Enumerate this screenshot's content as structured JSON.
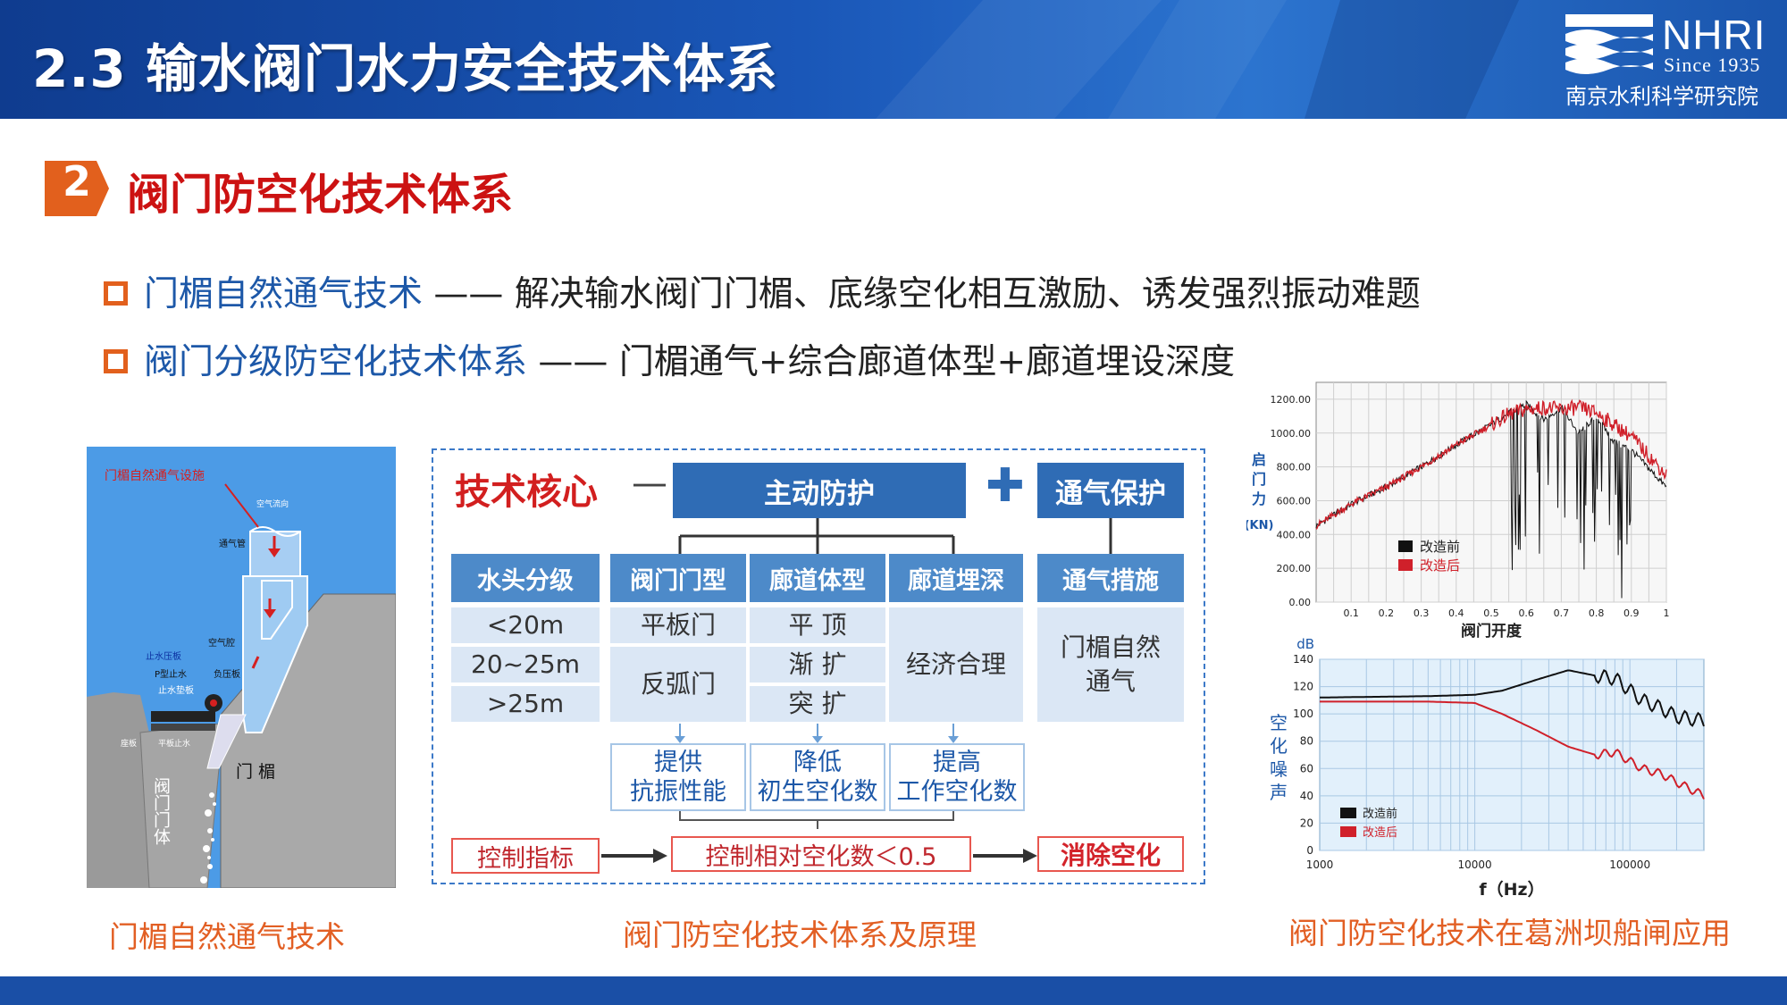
{
  "header": {
    "title": "2.3 输水阀门水力安全技术体系"
  },
  "logo": {
    "abbr": "NHRI",
    "since": "Since 1935",
    "name_cn": "南京水利科学研究院"
  },
  "section": {
    "number": "2",
    "title": "阀门防空化技术体系"
  },
  "bullets": [
    {
      "term": "门楣自然通气技术",
      "sep": "——",
      "desc": "解决输水阀门门楣、底缘空化相互激励、诱发强烈振动难题"
    },
    {
      "term": "阀门分级防空化技术体系",
      "sep": "——",
      "desc": "门楣通气+综合廊道体型+廊道埋设深度"
    }
  ],
  "left_image": {
    "labels": {
      "facility": "门楣自然通气设施",
      "air_flow": "空气流向",
      "vent_pipe": "通气管",
      "air_chamber": "空气腔",
      "stop_plate": "止水压板",
      "p_seal": "P型止水",
      "neg_plate": "负压板",
      "seal_plate": "止水垫板",
      "seat_plate": "座板",
      "flat_seal": "平板止水",
      "gate_body": "阀门门体",
      "lintel": "门 楣"
    }
  },
  "diagram": {
    "tech_core": "技术核心",
    "dash": "—",
    "active_protection": "主动防护",
    "plus": "✚",
    "aeration_protection": "通气保护",
    "columns": [
      {
        "header": "水头分级",
        "cells": [
          "<20m",
          "20~25m",
          ">25m"
        ]
      },
      {
        "header": "阀门门型",
        "cells": [
          "平板门",
          "反弧门"
        ]
      },
      {
        "header": "廊道体型",
        "cells": [
          "平 顶",
          "渐 扩",
          "突 扩"
        ]
      },
      {
        "header": "廊道埋深",
        "cells": [
          "经济合理"
        ]
      },
      {
        "header": "通气措施",
        "cells": [
          "门楣自然\n通气"
        ]
      }
    ],
    "results": [
      "提供\n抗振性能",
      "降低\n初生空化数",
      "提高\n工作空化数"
    ],
    "control": {
      "label": "控制指标",
      "value": "控制相对空化数＜0.5",
      "result": "消除空化"
    }
  },
  "chart_data": [
    {
      "type": "line",
      "title": "",
      "ylabel": "启门力(KN)",
      "xlabel": "阀门开度",
      "xlim": [
        0,
        1
      ],
      "ylim": [
        0,
        1300
      ],
      "xticks": [
        "0.1",
        "0.2",
        "0.3",
        "0.4",
        "0.5",
        "0.6",
        "0.7",
        "0.8",
        "0.9",
        "1"
      ],
      "yticks": [
        "0.00",
        "200.00",
        "400.00",
        "600.00",
        "800.00",
        "1000.00",
        "1200.00"
      ],
      "grid": true,
      "legend_position": "bottom-left",
      "series": [
        {
          "name": "改造前",
          "color": "#111111",
          "x": [
            0,
            0.1,
            0.2,
            0.3,
            0.4,
            0.5,
            0.55,
            0.6,
            0.65,
            0.7,
            0.75,
            0.8,
            0.85,
            0.9,
            1.0
          ],
          "y": [
            450,
            580,
            680,
            800,
            930,
            1050,
            1120,
            1170,
            1080,
            1150,
            1000,
            1100,
            950,
            900,
            680
          ]
        },
        {
          "name": "改造后",
          "color": "#d0202a",
          "x": [
            0,
            0.1,
            0.2,
            0.3,
            0.4,
            0.5,
            0.55,
            0.6,
            0.65,
            0.7,
            0.75,
            0.8,
            0.85,
            0.9,
            1.0
          ],
          "y": [
            450,
            580,
            680,
            800,
            930,
            1050,
            1110,
            1140,
            1150,
            1140,
            1150,
            1120,
            1050,
            980,
            750
          ]
        }
      ]
    },
    {
      "type": "line",
      "title": "",
      "ylabel": "空化噪声",
      "yunit": "dB",
      "xlabel": "f（Hz）",
      "xscale": "log",
      "xlim": [
        1000,
        300000
      ],
      "ylim": [
        0,
        140
      ],
      "xticks": [
        "1000",
        "10000",
        "100000"
      ],
      "yticks": [
        "0",
        "20",
        "40",
        "60",
        "80",
        "100",
        "120",
        "140"
      ],
      "grid": true,
      "legend_position": "bottom-left",
      "series": [
        {
          "name": "改造前",
          "color": "#111111",
          "x": [
            1000,
            5000,
            10000,
            15000,
            25000,
            40000,
            60000,
            80000,
            120000,
            160000,
            200000,
            300000
          ],
          "y": [
            112,
            113,
            114,
            117,
            125,
            132,
            128,
            126,
            110,
            104,
            98,
            95
          ]
        },
        {
          "name": "改造后",
          "color": "#d0202a",
          "x": [
            1000,
            5000,
            10000,
            15000,
            25000,
            40000,
            60000,
            80000,
            120000,
            160000,
            200000,
            300000
          ],
          "y": [
            109,
            109,
            108,
            100,
            88,
            76,
            70,
            72,
            60,
            56,
            50,
            40
          ]
        }
      ]
    }
  ],
  "captions": [
    "门楣自然通气技术",
    "阀门防空化技术体系及原理",
    "阀门防空化技术在葛洲坝船闸应用"
  ],
  "colors": {
    "header_blue": "#1a57b8",
    "accent_orange": "#e2601d",
    "title_red": "#cc1212",
    "box_blue": "#2f6cb5",
    "cell_blue": "#dbe7f5"
  }
}
